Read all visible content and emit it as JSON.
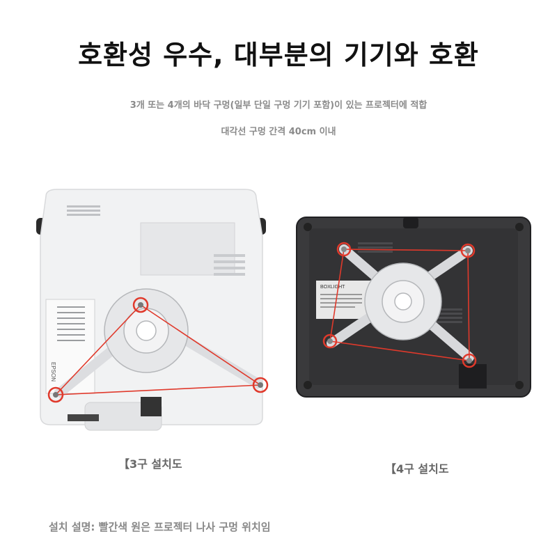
{
  "heading": {
    "title": "호환성 우수, 대부분의 기기와 호환",
    "subtitle_line1": "3개 또는 4개의 바닥 구멍(일부 단일 구멍 기기 포함)이 있는 프로젝터에 적합",
    "subtitle_line2": "대각선 구멍 간격 40cm 이내"
  },
  "captions": {
    "three_hole": "【3구 설치도",
    "four_hole": "【4구 설치도"
  },
  "footer": {
    "note": "설치 설명: 빨간색 원은 프로젝터 나사 구멍 위치임"
  },
  "projector_labels": {
    "brand_left": "EPSON",
    "brand_right": "BOXLIGHT"
  },
  "colors": {
    "marker_red": "#e0392b",
    "bracket_white": "#e9eaec",
    "projector_left_body": "#f1f2f3",
    "projector_right_body": "#3a3a3c"
  }
}
